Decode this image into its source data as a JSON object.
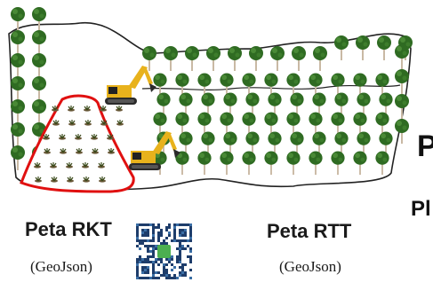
{
  "labels": {
    "rkt_title": "Peta RKT",
    "rkt_format": "(GeoJson)",
    "rtt_title": "Peta RTT",
    "rtt_format": "(GeoJson)",
    "cut_text_1": "P",
    "cut_text_2": "Pl"
  },
  "icons": {
    "tree": "round-tree-icon",
    "seedling": "seedling-icon",
    "excavator": "excavator-icon",
    "qr": "qr-code-icon"
  },
  "colors": {
    "tree_crown": "#2f6b22",
    "tree_crown_light": "#4a8a36",
    "tree_trunk": "#c9b9a4",
    "boundary": "#222222",
    "rkt_boundary": "#e01010",
    "excavator_body": "#e8b21c",
    "excavator_dark": "#2a2a2a",
    "seedling": "#5a4a2a"
  }
}
